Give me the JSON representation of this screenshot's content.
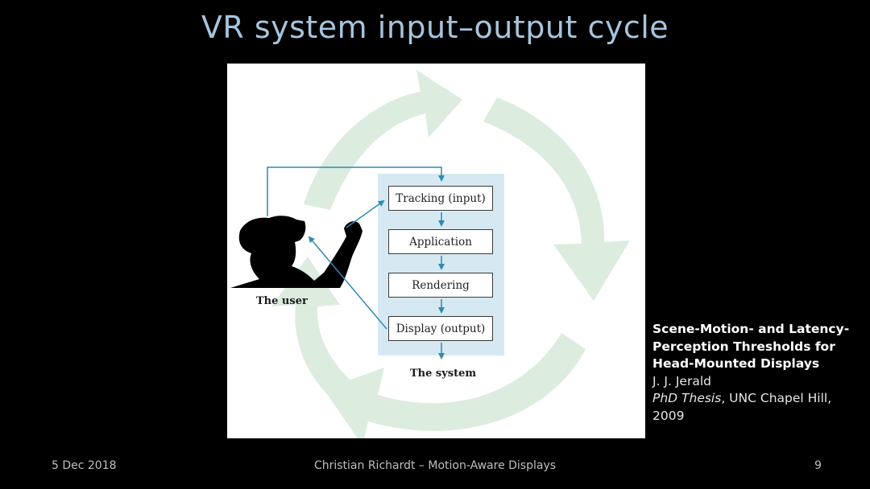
{
  "slide": {
    "title": "VR system input–output cycle"
  },
  "figure": {
    "boxes": [
      "Tracking (input)",
      "Application",
      "Rendering",
      "Display (output)"
    ],
    "user_label": "The user",
    "system_label": "The system",
    "colors": {
      "cycle_arrow": "#dcecdf",
      "system_panel": "#d6e9f3",
      "flow_arrow": "#2f8ab5",
      "silhouette": "#000000"
    }
  },
  "citation": {
    "title": "Scene-Motion- and Latency-Perception Thresholds for Head-Mounted Displays",
    "author": "J. J. Jerald",
    "venue_italic": "PhD Thesis",
    "venue_rest": ", UNC Chapel Hill, 2009"
  },
  "footer": {
    "date": "5 Dec 2018",
    "center": "Christian Richardt – Motion-Aware Displays",
    "page": "9"
  }
}
